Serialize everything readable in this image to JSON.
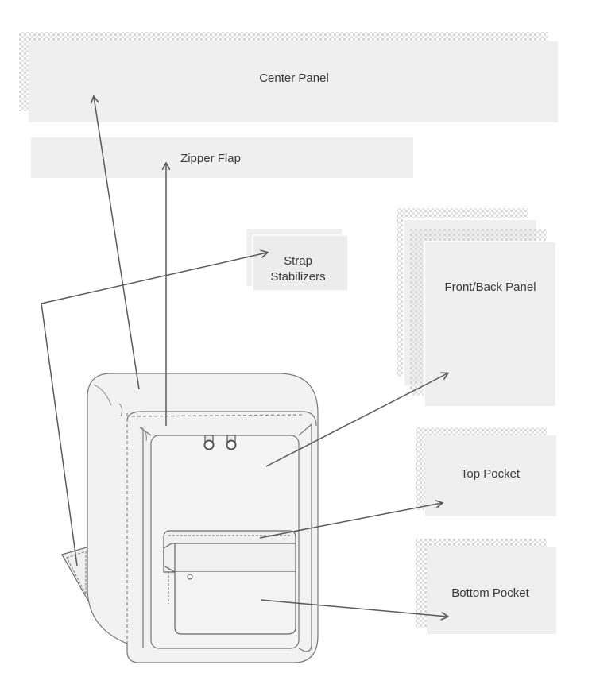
{
  "diagram": {
    "pieces": [
      {
        "id": "center-panel",
        "label": "Center Panel"
      },
      {
        "id": "zipper-flap",
        "label": "Zipper Flap"
      },
      {
        "id": "strap-stabilizers",
        "label_lines": [
          "Strap",
          "Stabilizers"
        ]
      },
      {
        "id": "front-back-panel",
        "label": "Front/Back Panel"
      },
      {
        "id": "top-pocket",
        "label": "Top Pocket"
      },
      {
        "id": "bottom-pocket",
        "label": "Bottom Pocket"
      }
    ],
    "colors": {
      "panel_fill": "#efefef",
      "seam_dots": "#d9d9d9",
      "outline": "#555555",
      "arrow": "#5a5a5a",
      "text": "#3a3a3a"
    }
  }
}
